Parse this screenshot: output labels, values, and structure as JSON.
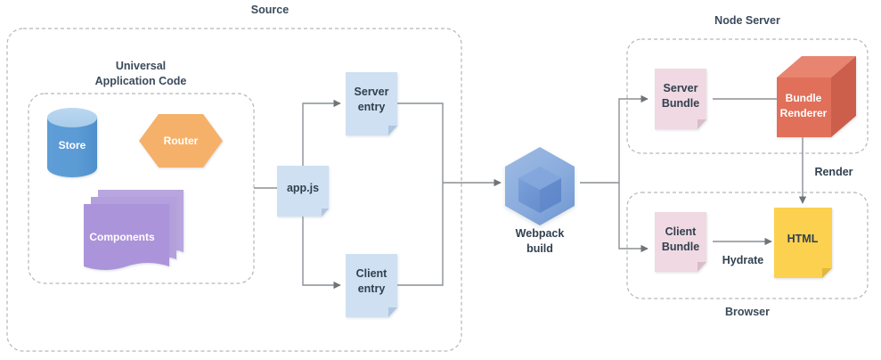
{
  "diagram": {
    "title_source": "Source",
    "title_node_server": "Node Server",
    "title_browser": "Browser",
    "title_universal": "Universal",
    "title_universal2": "Application Code"
  },
  "nodes": {
    "store": {
      "label": "Store",
      "shape": "cylinder",
      "color": "#5B9BD5"
    },
    "router": {
      "label": "Router",
      "shape": "hexagon",
      "color": "#F5B16B"
    },
    "components": {
      "label": "Components",
      "shape": "document-stack",
      "color": "#AC94DA"
    },
    "appjs": {
      "label": "app.js",
      "shape": "document",
      "color": "#CFE0F2"
    },
    "server_entry_l1": {
      "label": "Server",
      "shape": "document",
      "color": "#CFE0F2"
    },
    "server_entry_l2": {
      "label": "entry"
    },
    "client_entry_l1": {
      "label": "Client",
      "shape": "document",
      "color": "#CFE0F2"
    },
    "client_entry_l2": {
      "label": "entry"
    },
    "webpack_l1": {
      "label": "Webpack",
      "shape": "hexagon-cube",
      "color": "#7A9FD8"
    },
    "webpack_l2": {
      "label": "build"
    },
    "server_bundle_l1": {
      "label": "Server",
      "shape": "document",
      "color": "#F0D9E2"
    },
    "server_bundle_l2": {
      "label": "Bundle"
    },
    "bundle_renderer_l1": {
      "label": "Bundle",
      "shape": "cube",
      "color": "#E0705A"
    },
    "bundle_renderer_l2": {
      "label": "Renderer"
    },
    "client_bundle_l1": {
      "label": "Client",
      "shape": "document",
      "color": "#F0D9E2"
    },
    "client_bundle_l2": {
      "label": "Bundle"
    },
    "html": {
      "label": "HTML",
      "shape": "document",
      "color": "#FBD14F"
    }
  },
  "edges": {
    "render_label": "Render",
    "hydrate_label": "Hydrate"
  },
  "colors": {
    "text_dark": "#31404f",
    "group_text": "#3b4a5a",
    "dashed_border": "#b6b6b6",
    "connector": "#8a8f94",
    "doc_blue": "#CFE0F2",
    "doc_pink": "#F0D9E2",
    "doc_yellow": "#FBD14F",
    "cube_red": "#E0705A",
    "cylinder_blue": "#5B9BD5",
    "hex_orange": "#F5B16B",
    "purple": "#AC94DA",
    "webpack_blue": "#7A9FD8"
  }
}
